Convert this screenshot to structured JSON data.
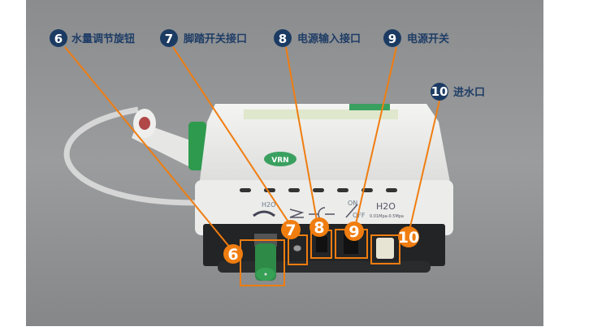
{
  "callouts": [
    {
      "number": "6",
      "label": "水量调节旋钮"
    },
    {
      "number": "7",
      "label": "脚踏开关接口"
    },
    {
      "number": "8",
      "label": "电源输入接口"
    },
    {
      "number": "9",
      "label": "电源开关"
    },
    {
      "number": "10",
      "label": "进水口"
    }
  ],
  "device": {
    "logo": "VRN",
    "panel_h2o_knob": "H2O",
    "switch_on": "ON",
    "switch_off": "OFF",
    "inlet_label": "H2O",
    "inlet_pressure": "0.01Mpa-0.5Mpa"
  },
  "colors": {
    "accent": "#f07d10",
    "label": "#1f3d66",
    "badge": "#1c3b63"
  }
}
